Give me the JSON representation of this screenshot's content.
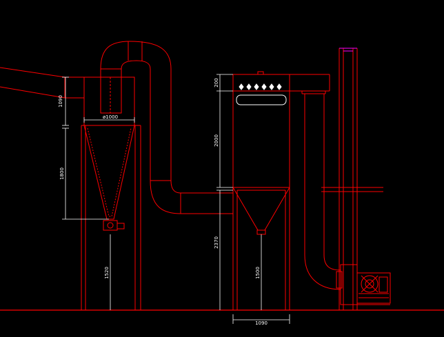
{
  "drawing": {
    "background": "#000000",
    "line_color": "#ff0000",
    "dim_color": "#ffffff",
    "accent_color": "#ff00ff",
    "dimensions": {
      "d1": "1090",
      "d2": "1800",
      "d3": "ø1000",
      "d4": "1520",
      "d5": "200",
      "d6": "2000",
      "d7": "2370",
      "d8": "1500",
      "d9": "1090"
    }
  }
}
